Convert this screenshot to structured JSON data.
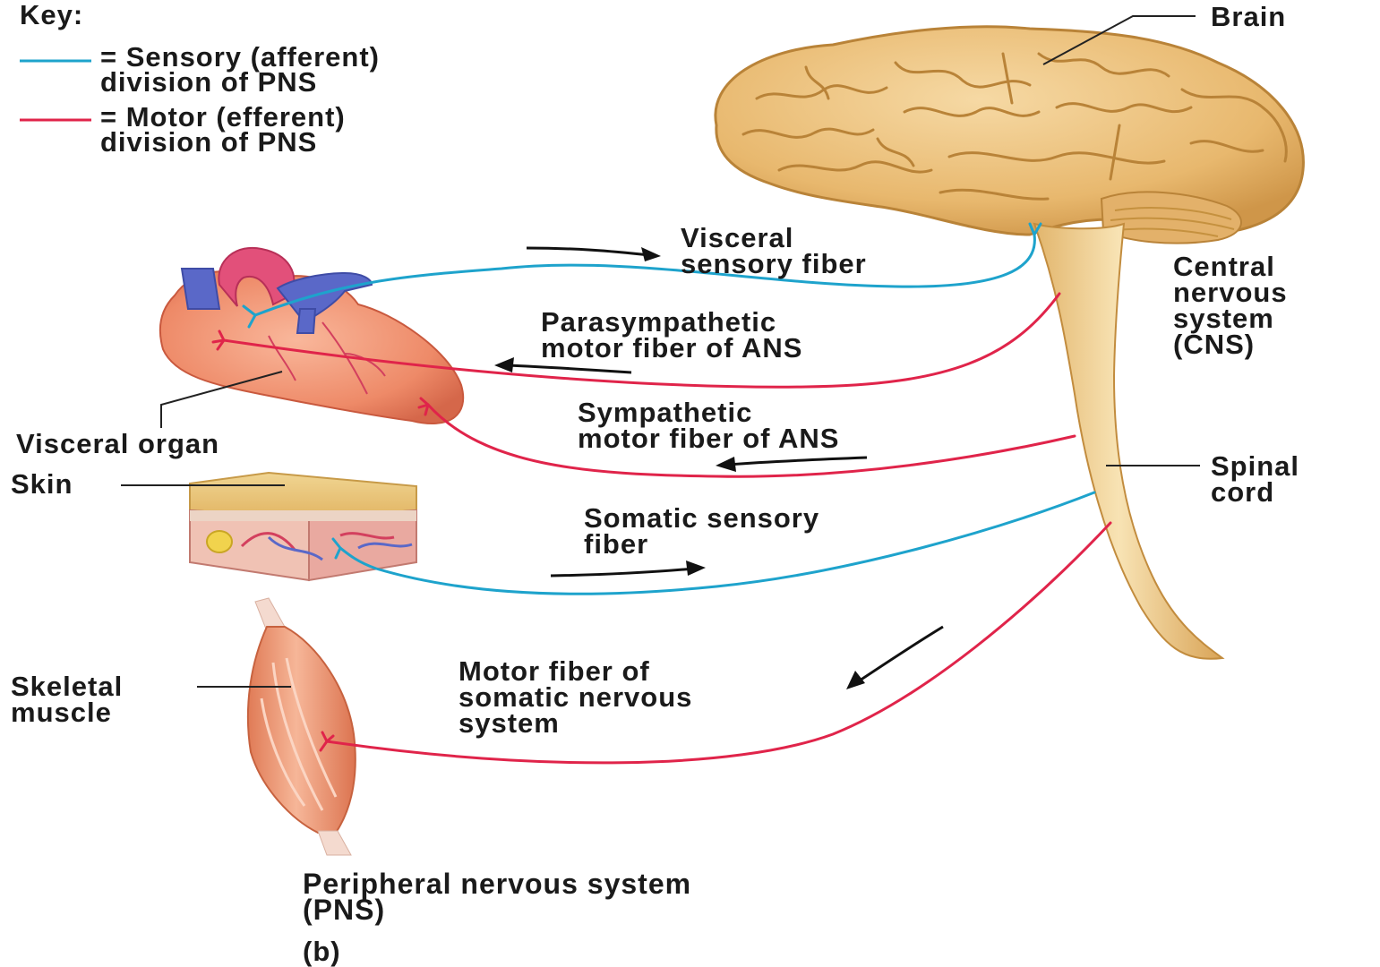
{
  "key": {
    "title": "Key:",
    "sensory": {
      "text": "= Sensory (afferent)\ndivision of PNS",
      "color": "#1ea3cc"
    },
    "motor": {
      "text": "= Motor (efferent)\ndivision of PNS",
      "color": "#e0244a"
    }
  },
  "labels": {
    "brain": "Brain",
    "cns": "Central\nnervous\nsystem\n(CNS)",
    "spinal_cord": "Spinal\ncord",
    "visceral_organ": "Visceral organ",
    "skin": "Skin",
    "skeletal_muscle": "Skeletal\nmuscle",
    "visceral_sensory": "Visceral\nsensory fiber",
    "parasympathetic": "Parasympathetic\nmotor fiber of ANS",
    "sympathetic": "Sympathetic\nmotor fiber of ANS",
    "somatic_sensory": "Somatic sensory\nfiber",
    "somatic_motor": "Motor fiber of\nsomatic nervous\nsystem",
    "pns": "Peripheral nervous system\n(PNS)",
    "panel": "(b)"
  },
  "colors": {
    "brain": "#e9bf78",
    "brain_outline": "#c08a3c",
    "heart": "#f08a6a",
    "vessel_blue": "#5a68c8",
    "vessel_red": "#e2507a",
    "muscle": "#ec9470",
    "skin_top": "#edd08a"
  }
}
